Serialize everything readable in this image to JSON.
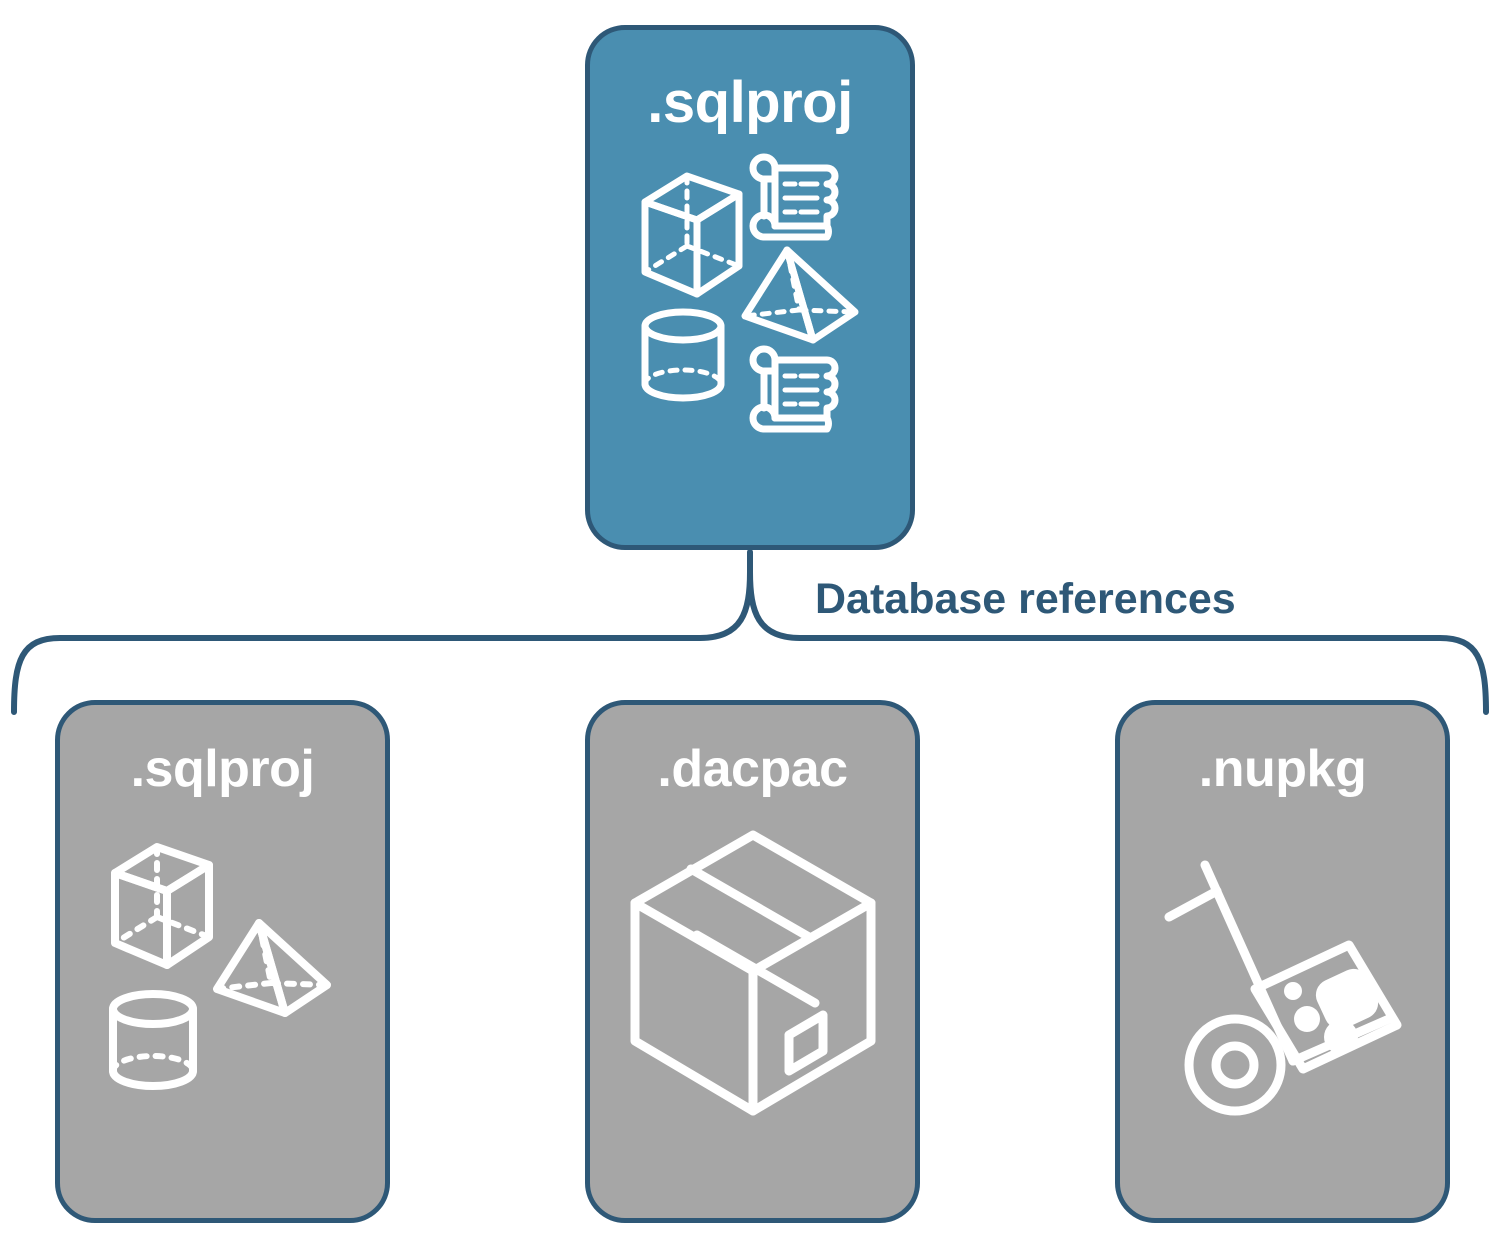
{
  "diagram": {
    "title_node": {
      "label": ".sqlproj",
      "fill_color": "#4a8eb0",
      "border_color": "#2e5877",
      "text_color": "#ffffff",
      "icons": [
        "cube-icon",
        "scroll-icon",
        "pyramid-icon",
        "cylinder-icon",
        "scroll-icon"
      ]
    },
    "connector": {
      "label": "Database references",
      "label_color": "#2e5877",
      "line_color": "#2e5877",
      "style": "curly-brace"
    },
    "reference_nodes": [
      {
        "label": ".sqlproj",
        "fill_color": "#a6a6a6",
        "border_color": "#2e5877",
        "text_color": "#ffffff",
        "icons": [
          "cube-icon",
          "pyramid-icon",
          "cylinder-icon"
        ]
      },
      {
        "label": ".dacpac",
        "fill_color": "#a6a6a6",
        "border_color": "#2e5877",
        "text_color": "#ffffff",
        "icons": [
          "shipping-box-icon"
        ]
      },
      {
        "label": ".nupkg",
        "fill_color": "#a6a6a6",
        "border_color": "#2e5877",
        "text_color": "#ffffff",
        "icons": [
          "hand-truck-icon",
          "nuget-package-icon"
        ]
      }
    ]
  }
}
